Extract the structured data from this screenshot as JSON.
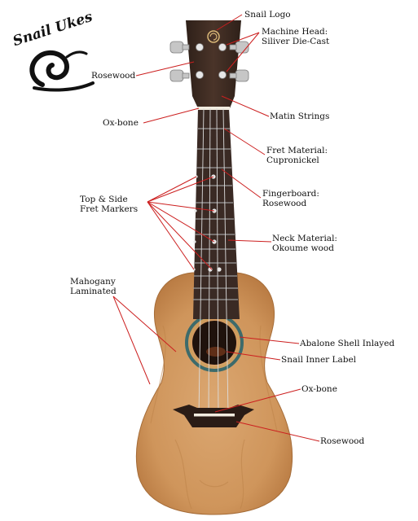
{
  "brand": {
    "logo_text": "Snail Ukes"
  },
  "labels": {
    "snail_logo": "Snail Logo",
    "machine_head": [
      "Machine Head:",
      "Siliver Die-Cast"
    ],
    "rosewood_head": "Rosewood",
    "ox_bone_nut": "Ox-bone",
    "matin_strings": "Matin Strings",
    "fret_material": [
      "Fret Material:",
      "Cupronickel"
    ],
    "fingerboard": [
      "Fingerboard:",
      "Rosewood"
    ],
    "fret_markers": [
      "Top & Side",
      "Fret Markers"
    ],
    "neck_material": [
      "Neck Material:",
      "Okoume wood"
    ],
    "mahogany": [
      "Mahogany",
      "Laminated"
    ],
    "abalone": "Abalone Shell Inlayed",
    "inner_label": "Snail Inner Label",
    "ox_bone_saddle": "Ox-bone",
    "rosewood_bridge": "Rosewood"
  },
  "colors": {
    "leader_line": "#cc1f1f",
    "wood": "#d19a62",
    "wood_dark": "#b07640",
    "fingerboard": "#3a2a24",
    "headstock": "#3b2a22",
    "tuner": "#bfbfbf"
  }
}
